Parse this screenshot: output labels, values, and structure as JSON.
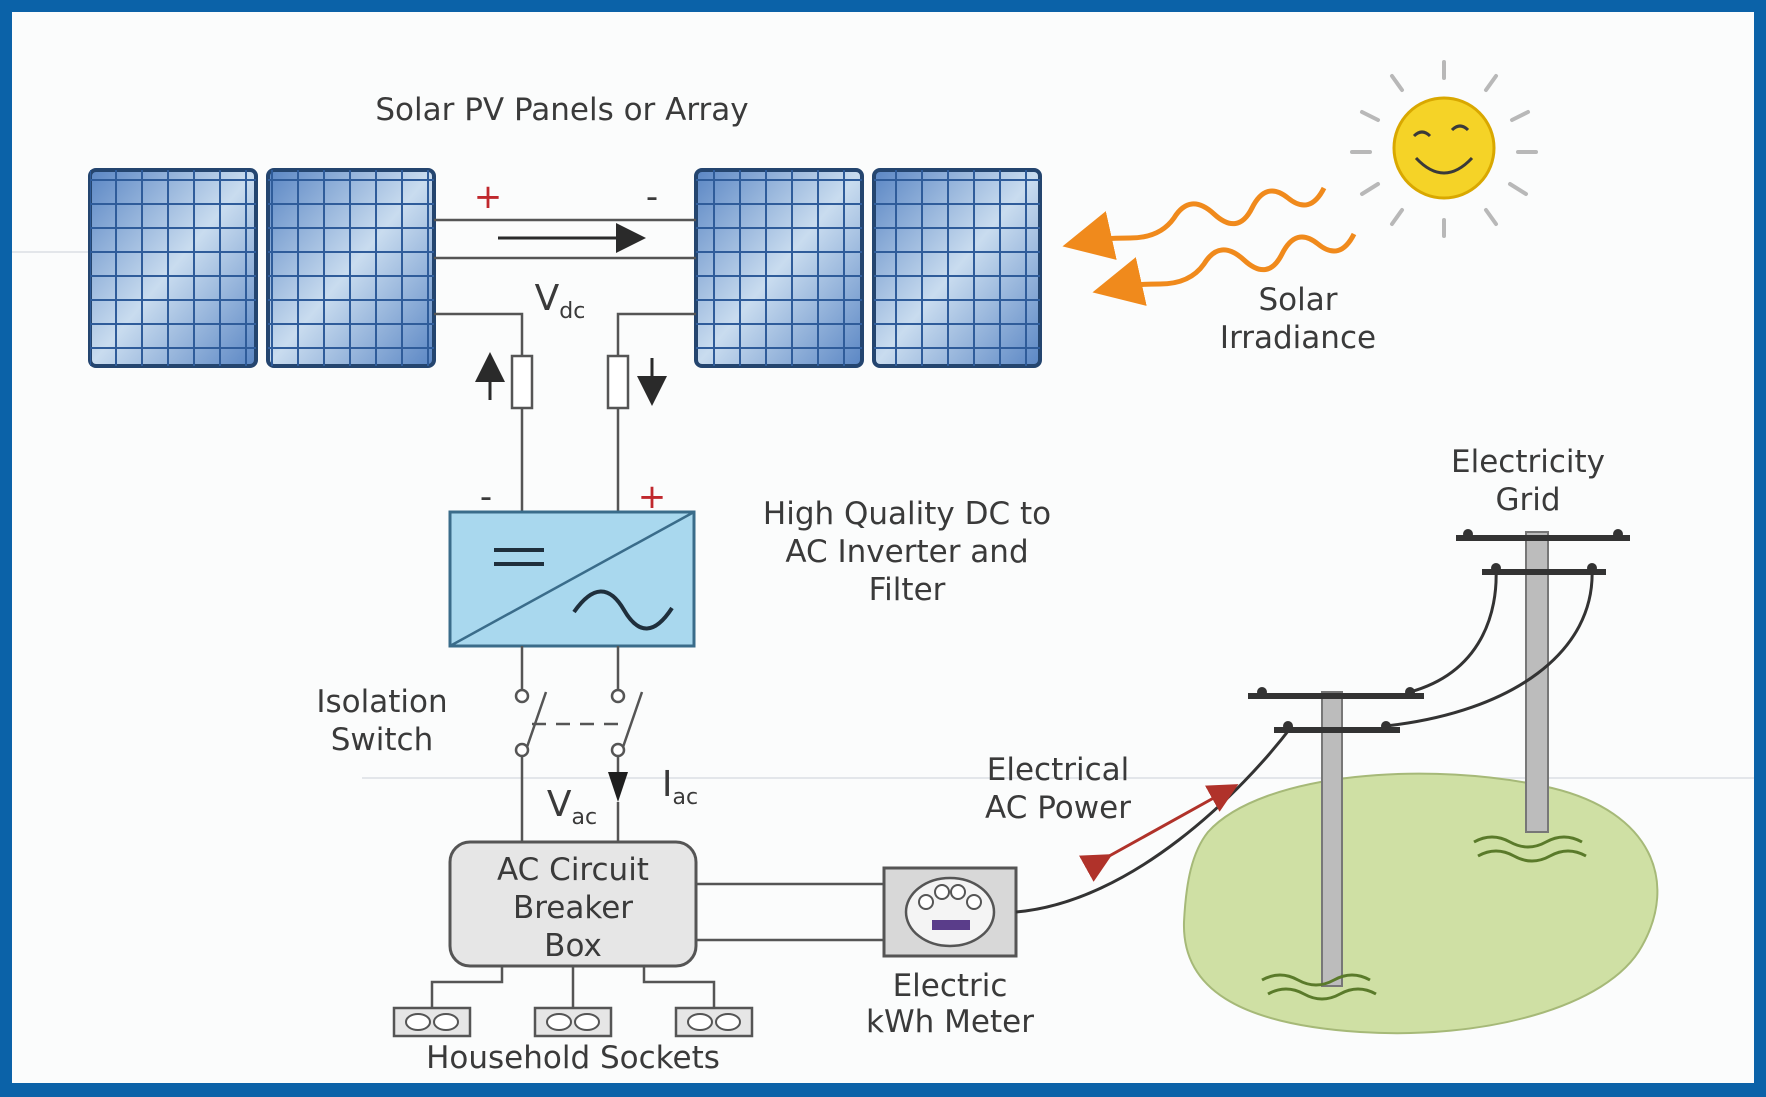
{
  "labels": {
    "panels": "Solar PV Panels or Array",
    "irradiance_line1": "Solar",
    "irradiance_line2": "Irradiance",
    "vdc": "V",
    "vdc_sub": "dc",
    "inverter_line1": "High Quality DC to",
    "inverter_line2": "AC Inverter and",
    "inverter_line3": "Filter",
    "isolation_line1": "Isolation",
    "isolation_line2": "Switch",
    "vac": "V",
    "vac_sub": "ac",
    "iac": "I",
    "iac_sub": "ac",
    "ac_power_line1": "Electrical",
    "ac_power_line2": "AC Power",
    "breaker_line1": "AC Circuit",
    "breaker_line2": "Breaker",
    "breaker_line3": "Box",
    "meter_line1": "Electric",
    "meter_line2": "kWh Meter",
    "sockets": "Household Sockets",
    "grid_line1": "Electricity",
    "grid_line2": "Grid"
  },
  "polarity": {
    "plus": "+",
    "minus": "-"
  },
  "colors": {
    "frame": "#0b62a8",
    "panel": "#3f6fb0",
    "inverter": "#a9d8ee",
    "irradiance": "#f08a1c",
    "sun": "#f5d327",
    "ground": "#cfe0a4",
    "power_arrow": "#b0322a"
  }
}
